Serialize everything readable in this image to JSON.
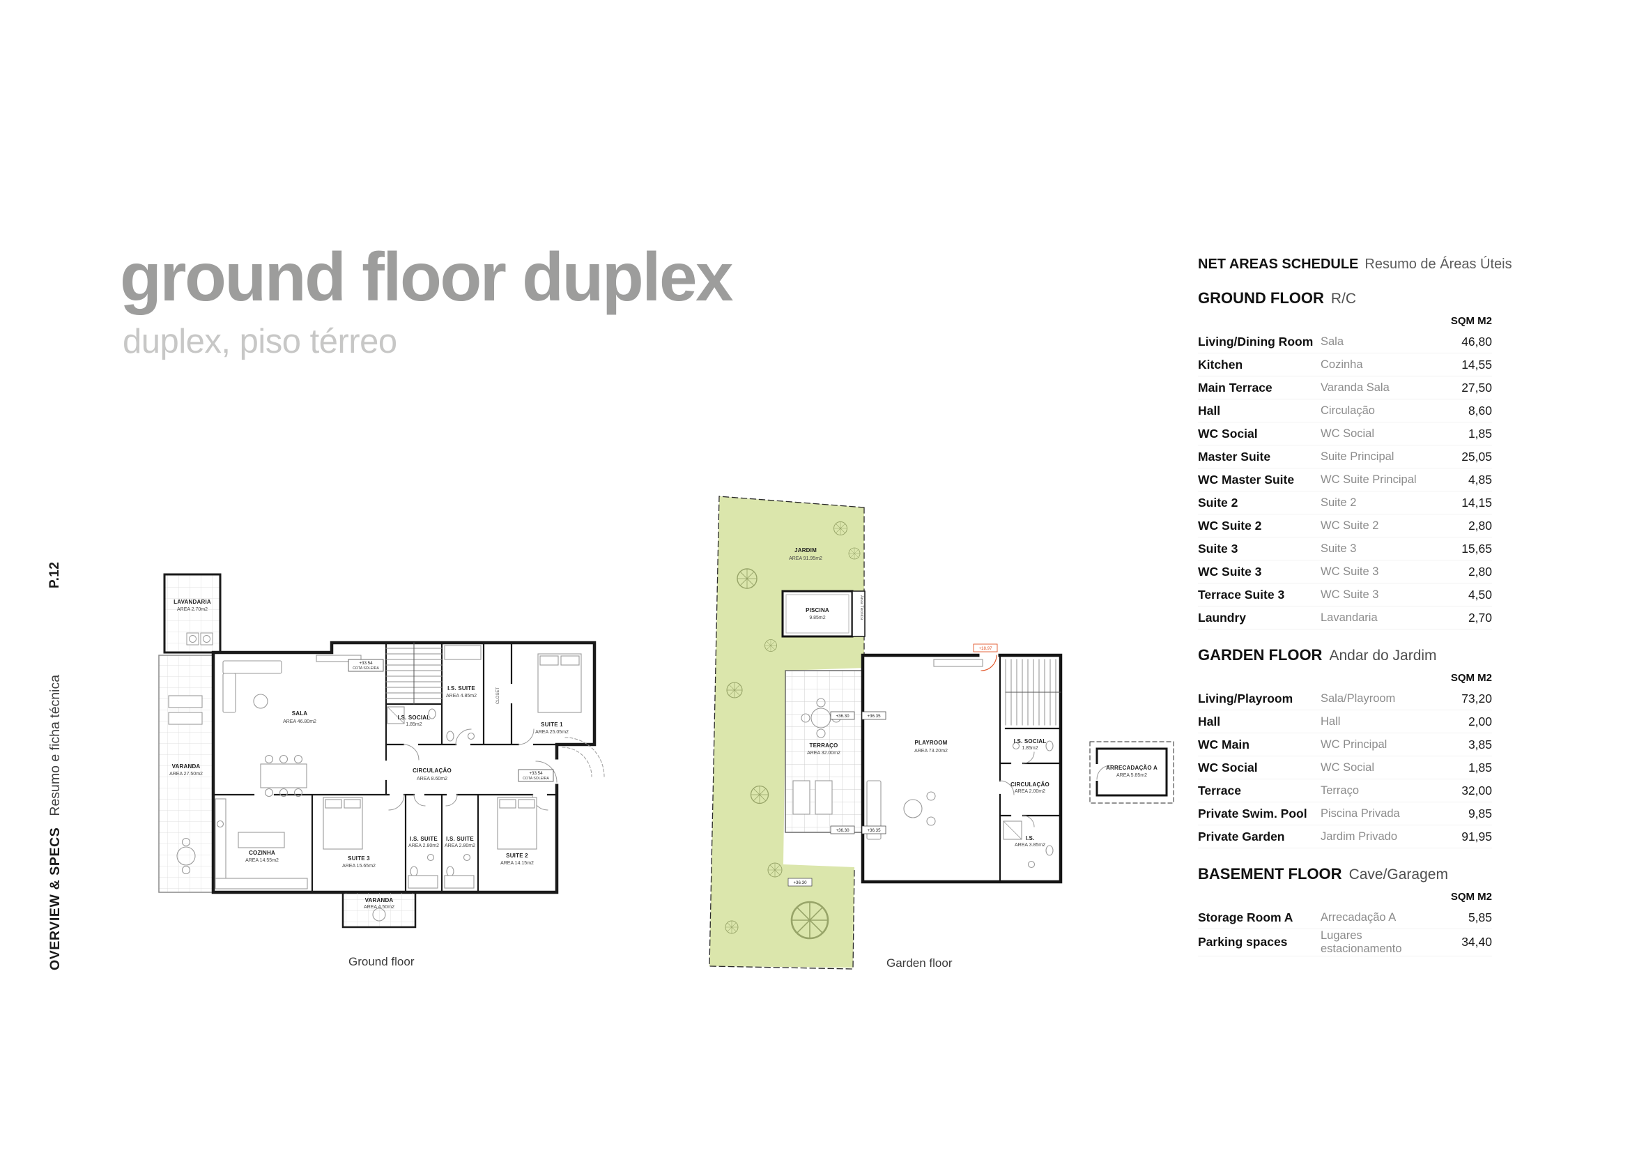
{
  "page": {
    "title": "ground floor duplex",
    "subtitle": "duplex, piso térreo"
  },
  "sidebar": {
    "page_number": "P.12",
    "section_bold": "OVERVIEW & SPECS",
    "section_regular": "Resumo e ficha técnica"
  },
  "schedule": {
    "title": "NET AREAS SCHEDULE",
    "subtitle": "Resumo de Áreas Úteis",
    "col_unit": "SQM M2",
    "sections": [
      {
        "heading": "GROUND FLOOR",
        "heading_sub": "R/C",
        "rows": [
          {
            "en": "Living/Dining Room",
            "pt": "Sala",
            "sqm": "46,80"
          },
          {
            "en": "Kitchen",
            "pt": "Cozinha",
            "sqm": "14,55"
          },
          {
            "en": "Main Terrace",
            "pt": "Varanda Sala",
            "sqm": "27,50"
          },
          {
            "en": "Hall",
            "pt": "Circulação",
            "sqm": "8,60"
          },
          {
            "en": "WC Social",
            "pt": "WC Social",
            "sqm": "1,85"
          },
          {
            "en": "Master Suite",
            "pt": "Suite Principal",
            "sqm": "25,05"
          },
          {
            "en": "WC Master Suite",
            "pt": "WC Suite Principal",
            "sqm": "4,85"
          },
          {
            "en": "Suite 2",
            "pt": "Suite 2",
            "sqm": "14,15"
          },
          {
            "en": "WC Suite 2",
            "pt": "WC Suite 2",
            "sqm": "2,80"
          },
          {
            "en": "Suite 3",
            "pt": "Suite 3",
            "sqm": "15,65"
          },
          {
            "en": "WC Suite 3",
            "pt": "WC Suite 3",
            "sqm": "2,80"
          },
          {
            "en": "Terrace Suite 3",
            "pt": "WC Suite 3",
            "sqm": "4,50"
          },
          {
            "en": "Laundry",
            "pt": "Lavandaria",
            "sqm": "2,70"
          }
        ]
      },
      {
        "heading": "GARDEN FLOOR",
        "heading_sub": "Andar do Jardim",
        "rows": [
          {
            "en": "Living/Playroom",
            "pt": "Sala/Playroom",
            "sqm": "73,20"
          },
          {
            "en": "Hall",
            "pt": "Hall",
            "sqm": "2,00"
          },
          {
            "en": "WC Main",
            "pt": "WC Principal",
            "sqm": "3,85"
          },
          {
            "en": "WC Social",
            "pt": "WC Social",
            "sqm": "1,85"
          },
          {
            "en": "Terrace",
            "pt": "Terraço",
            "sqm": "32,00"
          },
          {
            "en": "Private Swim. Pool",
            "pt": "Piscina Privada",
            "sqm": "9,85"
          },
          {
            "en": "Private Garden",
            "pt": "Jardim Privado",
            "sqm": "91,95"
          }
        ]
      },
      {
        "heading": "BASEMENT FLOOR",
        "heading_sub": "Cave/Garagem",
        "rows": [
          {
            "en": "Storage Room A",
            "pt": "Arrecadação A",
            "sqm": "5,85"
          },
          {
            "en": "Parking spaces",
            "pt": "Lugares estacionamento",
            "sqm": "34,40"
          }
        ]
      }
    ]
  },
  "plans": {
    "ground": {
      "caption": "Ground floor",
      "rooms": {
        "lavandaria": {
          "name": "LAVANDARIA",
          "area": "AREA 2.70m2"
        },
        "varanda": {
          "name": "VARANDA",
          "area": "AREA 27.50m2"
        },
        "sala": {
          "name": "SALA",
          "area": "AREA 46.80m2"
        },
        "circulacao": {
          "name": "CIRCULAÇÃO",
          "area": "AREA 8.60m2"
        },
        "is_social": {
          "name": "I.S. SOCIAL",
          "area": "1.85m2"
        },
        "is_suite": {
          "name": "I.S. SUITE",
          "area": "AREA 4.85m2"
        },
        "closet": {
          "name": "CLOSET"
        },
        "suite1": {
          "name": "SUITE 1",
          "area": "AREA 25.05m2"
        },
        "cozinha": {
          "name": "COZINHA",
          "area": "AREA 14.55m2"
        },
        "suite3": {
          "name": "SUITE 3",
          "area": "AREA 15.65m2"
        },
        "is_suite3": {
          "name": "I.S. SUITE",
          "area": "AREA 2.80m2"
        },
        "is_suite2": {
          "name": "I.S. SUITE",
          "area": "AREA 2.80m2"
        },
        "suite2": {
          "name": "SUITE 2",
          "area": "AREA 14.15m2"
        },
        "varanda2": {
          "name": "VARANDA",
          "area": "AREA 4.50m2"
        }
      },
      "markers": [
        {
          "value": "+33.54",
          "label": "COTA SOLEIRA"
        },
        {
          "value": "+33.54",
          "label": "COTA SOLEIRA"
        }
      ]
    },
    "garden": {
      "caption": "Garden floor",
      "rooms": {
        "jardim": {
          "name": "JARDIM",
          "area": "AREA 91.95m2"
        },
        "piscina": {
          "name": "PISCINA",
          "area": "9.85m2"
        },
        "area_tecnica": {
          "name": "Área Técnica"
        },
        "terraco": {
          "name": "TERRAÇO",
          "area": "AREA 32.00m2"
        },
        "playroom": {
          "name": "PLAYROOM",
          "area": "AREA 73.20m2"
        },
        "is_social": {
          "name": "I.S. SOCIAL",
          "area": "1.85m2"
        },
        "circulacao": {
          "name": "CIRCULAÇÃO",
          "area": "AREA 2.00m2"
        },
        "is": {
          "name": "I.S.",
          "area": "AREA 3.85m2"
        },
        "arrecadacao": {
          "name": "ARRECADAÇÃO A",
          "area": "AREA 5.85m2"
        }
      },
      "markers": [
        "+36.30",
        "+36.35",
        "+36.30",
        "+36.35",
        "+36.30"
      ],
      "marker_orange": "+18.97"
    }
  },
  "colors": {
    "garden_green": "#dbe6ac",
    "accent_orange": "#e2572b",
    "title_gray": "#9d9d9c",
    "subtitle_gray": "#c7c7c6",
    "table_secondary_gray": "#8c8c8c"
  }
}
